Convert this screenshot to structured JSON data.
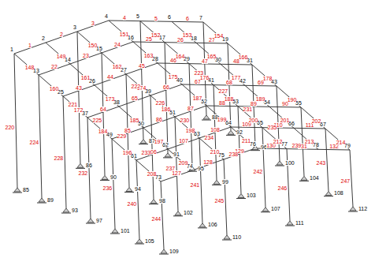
{
  "diagram": {
    "labels": [
      "1",
      "2",
      "3",
      "4",
      "5",
      "6",
      "7",
      "13",
      "14",
      "15",
      "16",
      "17",
      "18",
      "19",
      "25",
      "26",
      "27",
      "28",
      "29",
      "30",
      "31",
      "37",
      "38",
      "39",
      "40",
      "41",
      "42",
      "43",
      "49",
      "50",
      "51",
      "52",
      "53",
      "54",
      "55",
      "61",
      "62",
      "63",
      "64",
      "65",
      "66",
      "67",
      "73",
      "74",
      "75",
      "76",
      "77",
      "78",
      "79",
      "85",
      "86",
      "87",
      "88",
      "89",
      "90",
      "91",
      "92",
      "93",
      "94",
      "95",
      "96",
      "97",
      "98",
      "99",
      "100",
      "101",
      "102",
      "103",
      "104",
      "105",
      "106",
      "107",
      "108",
      "109",
      "110",
      "111",
      "112",
      "1",
      "2",
      "3",
      "4",
      "5",
      "6",
      "22",
      "23",
      "24",
      "25",
      "26",
      "27",
      "43",
      "44",
      "45",
      "46",
      "47",
      "48",
      "64",
      "65",
      "66",
      "67",
      "68",
      "69",
      "85",
      "86",
      "87",
      "88",
      "89",
      "90",
      "106",
      "107",
      "108",
      "109",
      "110",
      "111",
      "127",
      "128",
      "129",
      "130",
      "131",
      "132",
      "148",
      "149",
      "150",
      "151",
      "152",
      "153",
      "154",
      "160",
      "161",
      "162",
      "163",
      "164",
      "165",
      "166",
      "172",
      "173",
      "174",
      "175",
      "176",
      "177",
      "178",
      "184",
      "185",
      "186",
      "187",
      "188",
      "189",
      "190",
      "196",
      "197",
      "198",
      "199",
      "200",
      "201",
      "202",
      "208",
      "209",
      "210",
      "211",
      "212",
      "213",
      "214",
      "220",
      "221",
      "222",
      "223",
      "224",
      "225",
      "226",
      "227",
      "228",
      "229",
      "230",
      "231",
      "232",
      "233",
      "234",
      "235",
      "236",
      "237",
      "238",
      "239",
      "240",
      "241",
      "242",
      "243",
      "244",
      "245",
      "246",
      "247"
    ]
  }
}
